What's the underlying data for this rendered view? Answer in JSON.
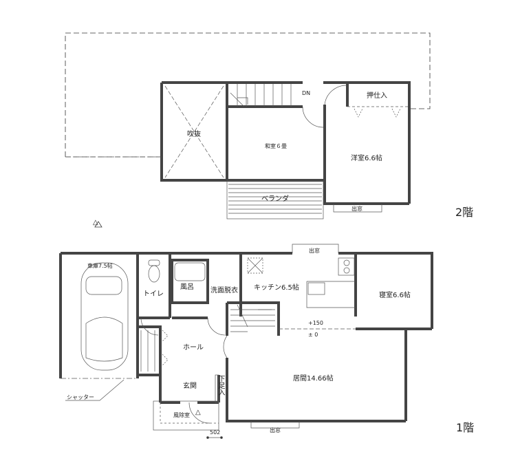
{
  "floor2": {
    "title": "2階",
    "rooms": {
      "atrium": "吹抜",
      "japanese_room": "和室６畳",
      "western_room": "洋室6.6帖",
      "closet": "押仕入",
      "veranda": "ベランダ",
      "bay_window": "出窓",
      "stairs_down": "DN"
    }
  },
  "floor1": {
    "title": "1階",
    "rooms": {
      "garage": "車庫7.5帖",
      "toilet": "トイレ",
      "bath": "風呂",
      "washroom": "洗面脱衣",
      "kitchen": "キッチン6.5帖",
      "bedroom": "寝室6.6帖",
      "hall": "ホール",
      "living": "居間14.66帖",
      "entrance": "玄関",
      "shoe_storage": "下足入",
      "windbreak_room": "風除室",
      "bay_window_top": "出窓",
      "bay_window_bottom": "出窓"
    },
    "annotations": {
      "shutter": "シャッター",
      "level_kitchen": "+150",
      "level_living": "± 0",
      "dimension": "502",
      "triangle_mark": "△"
    }
  },
  "triangle_mark_2f": "△"
}
